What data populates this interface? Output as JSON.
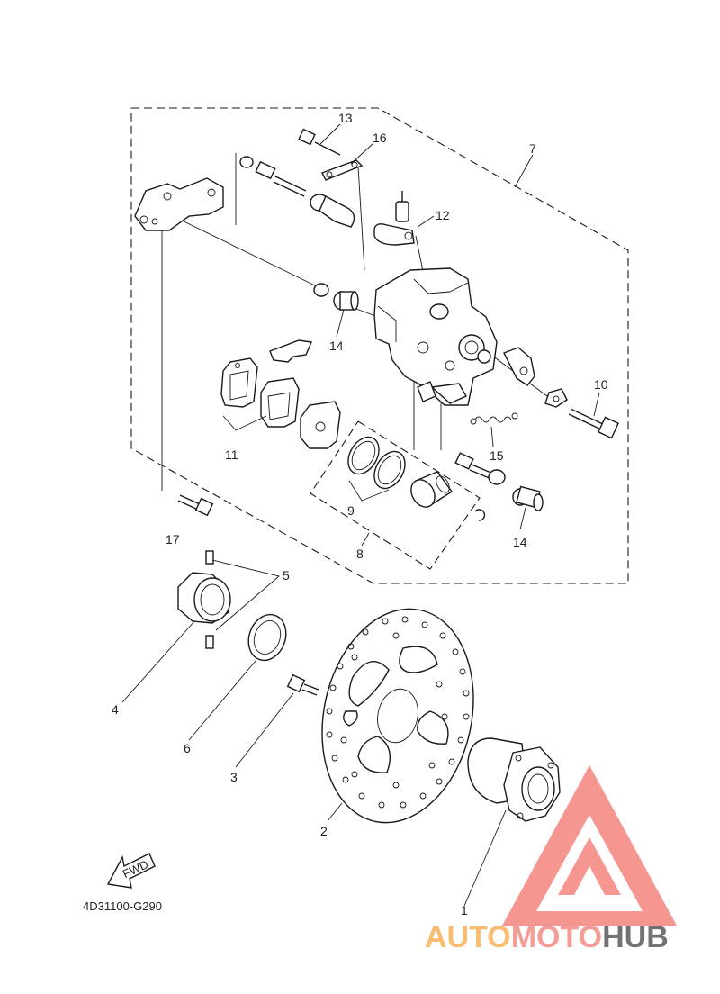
{
  "diagram": {
    "code": "4D31100-G290",
    "fwd_label": "FWD",
    "callouts": [
      "1",
      "2",
      "3",
      "4",
      "5",
      "6",
      "7",
      "8",
      "9",
      "10",
      "11",
      "12",
      "13",
      "14",
      "14",
      "15",
      "16",
      "17"
    ]
  },
  "watermark": {
    "word_part1": "AUTO",
    "word_part2": "MOTO",
    "word_part3": "HUB",
    "colors": {
      "auto": "#f9b25a",
      "moto": "#f28c86",
      "hub": "#5a5a5a",
      "triangle": "#f4847e"
    }
  }
}
